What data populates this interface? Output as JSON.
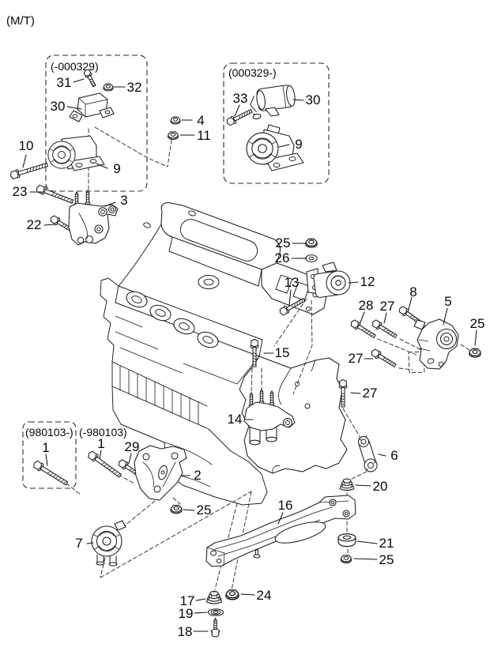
{
  "diagram": {
    "transmission_note": "(M/T)",
    "variant_boxes": [
      {
        "label": "(-000329)"
      },
      {
        "label": "(000329-)"
      },
      {
        "label": "(980103-)"
      }
    ],
    "loose_variant_label": "(-980103)",
    "ink_color": "#1c1c1c",
    "callouts": [
      {
        "ref": "31"
      },
      {
        "ref": "32"
      },
      {
        "ref": "30"
      },
      {
        "ref": "9"
      },
      {
        "ref": "10"
      },
      {
        "ref": "4"
      },
      {
        "ref": "11"
      },
      {
        "ref": "23"
      },
      {
        "ref": "3"
      },
      {
        "ref": "22"
      },
      {
        "ref": "33"
      },
      {
        "ref": "30"
      },
      {
        "ref": "9"
      },
      {
        "ref": "25"
      },
      {
        "ref": "26"
      },
      {
        "ref": "13"
      },
      {
        "ref": "12"
      },
      {
        "ref": "8"
      },
      {
        "ref": "5"
      },
      {
        "ref": "28"
      },
      {
        "ref": "27"
      },
      {
        "ref": "25"
      },
      {
        "ref": "15"
      },
      {
        "ref": "27"
      },
      {
        "ref": "27"
      },
      {
        "ref": "14"
      },
      {
        "ref": "6"
      },
      {
        "ref": "1"
      },
      {
        "ref": "1"
      },
      {
        "ref": "29"
      },
      {
        "ref": "2"
      },
      {
        "ref": "25"
      },
      {
        "ref": "7"
      },
      {
        "ref": "20"
      },
      {
        "ref": "16"
      },
      {
        "ref": "21"
      },
      {
        "ref": "25"
      },
      {
        "ref": "17"
      },
      {
        "ref": "24"
      },
      {
        "ref": "19"
      },
      {
        "ref": "18"
      }
    ]
  }
}
